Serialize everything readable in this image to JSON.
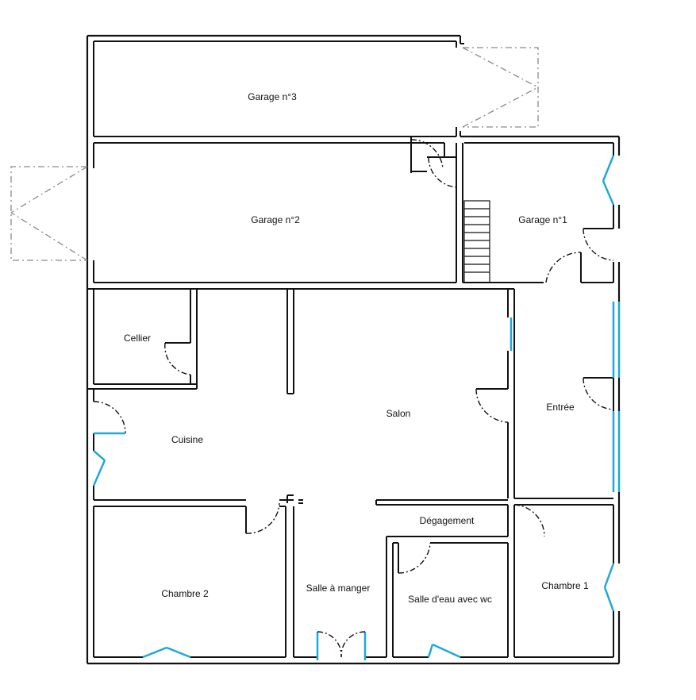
{
  "plan": {
    "rooms": {
      "garage3": "Garage n°3",
      "garage2": "Garage n°2",
      "garage1": "Garage n°1",
      "cellier": "Cellier",
      "salon": "Salon",
      "entree": "Entrée",
      "cuisine": "Cuisine",
      "degagement": "Dégagement",
      "chambre2": "Chambre 2",
      "salle_a_manger": "Salle à manger",
      "salle_eau": "Salle d'eau avec wc",
      "chambre1": "Chambre 1"
    },
    "colors": {
      "wall": "#111111",
      "window": "#1fa8d8",
      "garage_door": "#8a8a8a"
    }
  }
}
